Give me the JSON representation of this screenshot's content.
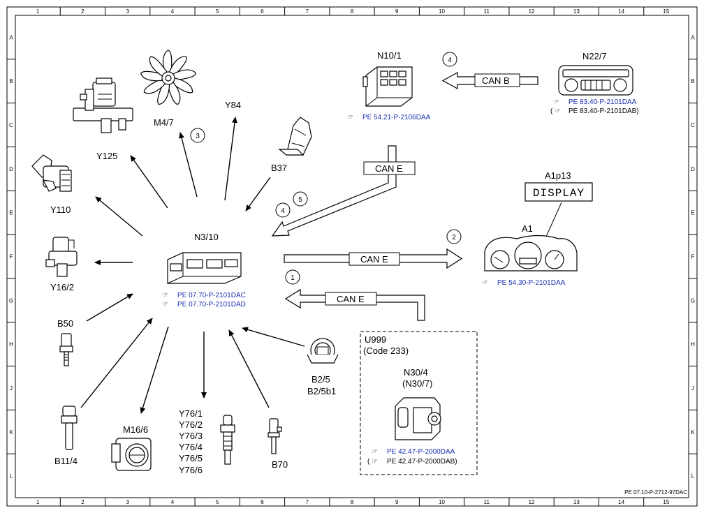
{
  "grid": {
    "columns": [
      "1",
      "2",
      "3",
      "4",
      "5",
      "6",
      "7",
      "8",
      "9",
      "10",
      "11",
      "12",
      "13",
      "14",
      "15"
    ],
    "rows": [
      "A",
      "B",
      "C",
      "D",
      "E",
      "F",
      "G",
      "H",
      "J",
      "K",
      "L"
    ]
  },
  "components": {
    "ecu": {
      "label": "N3/10",
      "refs": [
        "PE 07.70-P-2101DAC",
        "PE 07.70-P-2101DAD"
      ]
    },
    "m47": {
      "label": "M4/7"
    },
    "y84": {
      "label": "Y84"
    },
    "y125": {
      "label": "Y125"
    },
    "b37": {
      "label": "B37"
    },
    "y110": {
      "label": "Y110"
    },
    "y162": {
      "label": "Y16/2"
    },
    "b50": {
      "label": "B50"
    },
    "b114": {
      "label": "B11/4"
    },
    "m166": {
      "label": "M16/6"
    },
    "y76": {
      "labels": [
        "Y76/1",
        "Y76/2",
        "Y76/3",
        "Y76/4",
        "Y76/5",
        "Y76/6"
      ]
    },
    "b70": {
      "label": "B70"
    },
    "b25": {
      "label": "B2/5",
      "label2": "B2/5b1"
    },
    "n101": {
      "label": "N10/1",
      "ref": "PE 54.21-P-2106DAA"
    },
    "n227": {
      "label": "N22/7",
      "ref": "PE 83.40-P-2101DAA",
      "ref2": "(",
      "ref2b": "PE 83.40-P-2101DAB)"
    },
    "a1p13": {
      "label": "A1p13",
      "display": "DISPLAY"
    },
    "a1": {
      "label": "A1",
      "ref": "PE 54.30-P-2101DAA"
    },
    "u999": {
      "label": "U999",
      "code": "(Code 233)",
      "sub": "N30/4",
      "sub2": "(N30/7)",
      "ref": "PE 42.47-P-2000DAA",
      "ref2": "(",
      "ref2b": "PE 42.47-P-2000DAB)"
    }
  },
  "buses": {
    "canb": "CAN B",
    "cane_top": "CAN E",
    "cane_mid": "CAN E",
    "cane_low": "CAN E"
  },
  "numbers": {
    "n1": "1",
    "n2": "2",
    "n3": "3",
    "n4a": "4",
    "n4b": "4",
    "n5": "5"
  },
  "footer": {
    "code": "PE 07.10-P-2712-97DAC"
  },
  "colors": {
    "reference": "#1a2fb0",
    "line": "#000000"
  }
}
